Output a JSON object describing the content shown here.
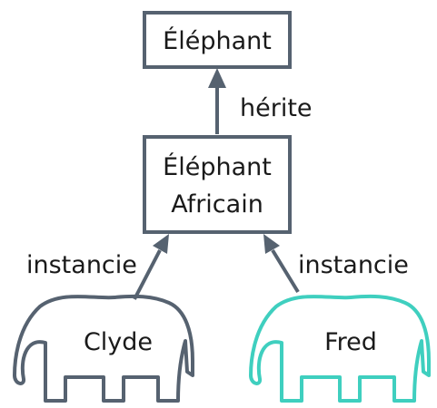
{
  "diagram": {
    "nodes": {
      "elephant": "Éléphant",
      "african_line1": "Éléphant",
      "african_line2": "Africain"
    },
    "edges": {
      "inherits": "hérite",
      "instantiates_left": "instancie",
      "instantiates_right": "instancie"
    },
    "instances": [
      {
        "name": "Clyde",
        "color": "#566270"
      },
      {
        "name": "Fred",
        "color": "#3fcfbf"
      }
    ],
    "colors": {
      "stroke": "#566270",
      "text": "#1a1a1a"
    }
  }
}
